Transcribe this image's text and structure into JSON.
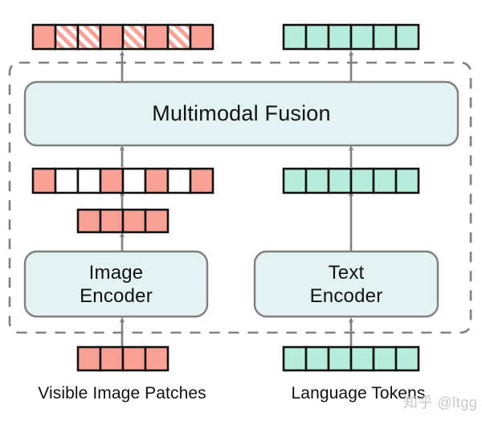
{
  "figure": {
    "title": "Multimodal masked modeling architecture diagram",
    "colors": {
      "patch_pink": "#FAA195",
      "token_teal": "#B6ECDC",
      "box_fill": "#E3F2F2",
      "box_stroke": "#808080",
      "cell_stroke": "#111111",
      "arrow": "#808080",
      "dashed_border": "#808080",
      "text": "#111111",
      "mask_white": "#FFFFFF",
      "watermark": "#C9C9C9"
    }
  },
  "blocks": {
    "fusion": {
      "label": "Multimodal Fusion"
    },
    "image_encoder": {
      "line1": "Image",
      "line2": "Encoder"
    },
    "text_encoder": {
      "line1": "Text",
      "line2": "Encoder"
    }
  },
  "captions": {
    "left": "Visible Image Patches",
    "right": "Language Tokens"
  },
  "watermark": {
    "text": "知乎 @ltgg"
  },
  "strips": {
    "output_image_tokens": {
      "name": "reconstructed image patch sequence",
      "count": 8,
      "cells": [
        "solid",
        "striped",
        "striped",
        "solid",
        "striped",
        "solid",
        "striped",
        "solid"
      ]
    },
    "output_text_tokens": {
      "name": "output language token sequence",
      "count": 6,
      "cells": [
        "solid",
        "solid",
        "solid",
        "solid",
        "solid",
        "solid"
      ]
    },
    "masked_image_tokens": {
      "name": "image patch sequence with mask placeholders",
      "count": 8,
      "cells": [
        "solid",
        "empty",
        "empty",
        "solid",
        "empty",
        "solid",
        "empty",
        "solid"
      ]
    },
    "encoded_image_tokens": {
      "name": "encoded visible image patches",
      "count": 4,
      "cells": [
        "solid",
        "solid",
        "solid",
        "solid"
      ]
    },
    "encoded_text_tokens": {
      "name": "encoded language tokens",
      "count": 6,
      "cells": [
        "solid",
        "solid",
        "solid",
        "solid",
        "solid",
        "solid"
      ]
    },
    "input_image_patches": {
      "name": "visible image patch inputs",
      "count": 4,
      "cells": [
        "solid",
        "solid",
        "solid",
        "solid"
      ]
    },
    "input_language_tokens": {
      "name": "language token inputs",
      "count": 6,
      "cells": [
        "solid",
        "solid",
        "solid",
        "solid",
        "solid",
        "solid"
      ]
    }
  }
}
